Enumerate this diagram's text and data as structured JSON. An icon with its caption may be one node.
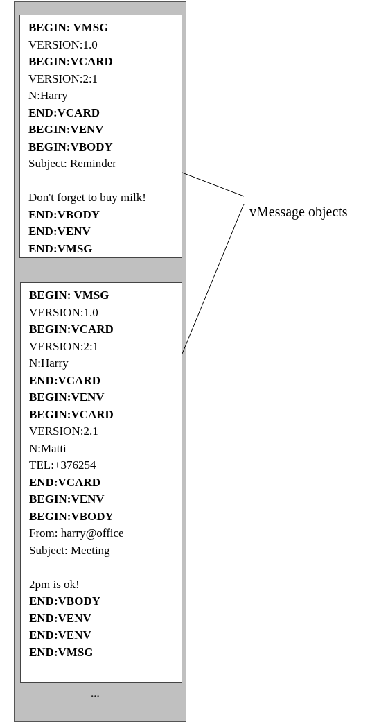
{
  "diagram": {
    "nodes": [
      {
        "text": [
          "..."
        ]
      },
      {
        "text": [
          "BEGIN: VMSG",
          "VERSION:1.0",
          "BEGIN:VCARD",
          "VERSION:2:1",
          "N:Harry",
          "END:VCARD",
          "BEGIN:VENV",
          "BEGIN:VBODY",
          "Subject: Reminder",
          "Don't forget to buy milk!",
          "END:VBODY",
          "END:VENV",
          "END:VMSG"
        ],
        "in": 0
      },
      {
        "text": [
          "BEGIN: VMSG",
          "VERSION:1.0",
          "BEGIN:VCARD",
          "VERSION:2:1",
          "N:Harry",
          "END:VCARD",
          "BEGIN:VENV",
          "BEGIN:VCARD",
          "VERSION:2.1",
          "N:Matti",
          "TEL:+376254",
          "END:VCARD",
          "BEGIN:VENV",
          "BEGIN:VBODY",
          "From: harry@office",
          "Subject: Meeting",
          "2pm is ok!",
          "END:VBODY",
          "END:VENV",
          "END:VENV",
          "END:VMSG"
        ],
        "in": 0
      },
      {
        "text": [
          "vMessage objects"
        ]
      }
    ],
    "edges": [
      {
        "from": 3,
        "to": 1,
        "arrow": "none"
      },
      {
        "from": 3,
        "to": 2,
        "arrow": "none"
      }
    ]
  }
}
